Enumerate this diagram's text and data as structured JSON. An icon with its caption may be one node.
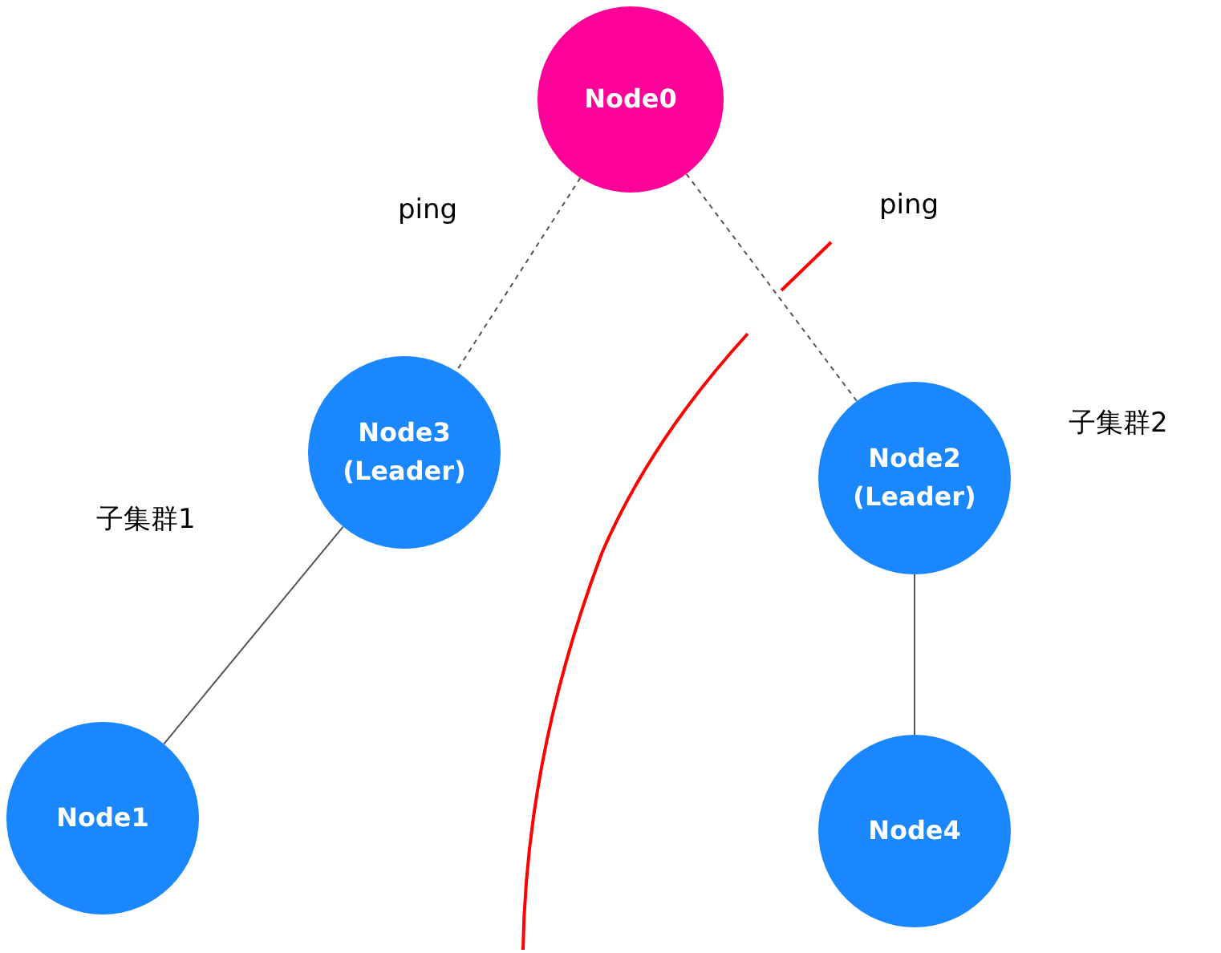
{
  "diagram": {
    "nodes": [
      {
        "text": [
          "Node0"
        ]
      },
      {
        "text": [
          "Node3 (Leader)"
        ]
      },
      {
        "text": [
          "Node2 (Leader)"
        ]
      },
      {
        "text": [
          "Node1"
        ]
      },
      {
        "text": [
          "Node4"
        ]
      }
    ],
    "edges": [
      {
        "from": 0,
        "to": 1,
        "arrow": "none",
        "style": "dashed",
        "label": "ping"
      },
      {
        "from": 0,
        "to": 2,
        "arrow": "none",
        "style": "dashed",
        "label": "ping"
      },
      {
        "from": 1,
        "to": 3,
        "arrow": "none"
      },
      {
        "from": 2,
        "to": 4,
        "arrow": "none"
      }
    ],
    "labels": [
      "子集群2",
      "子集群1"
    ]
  }
}
